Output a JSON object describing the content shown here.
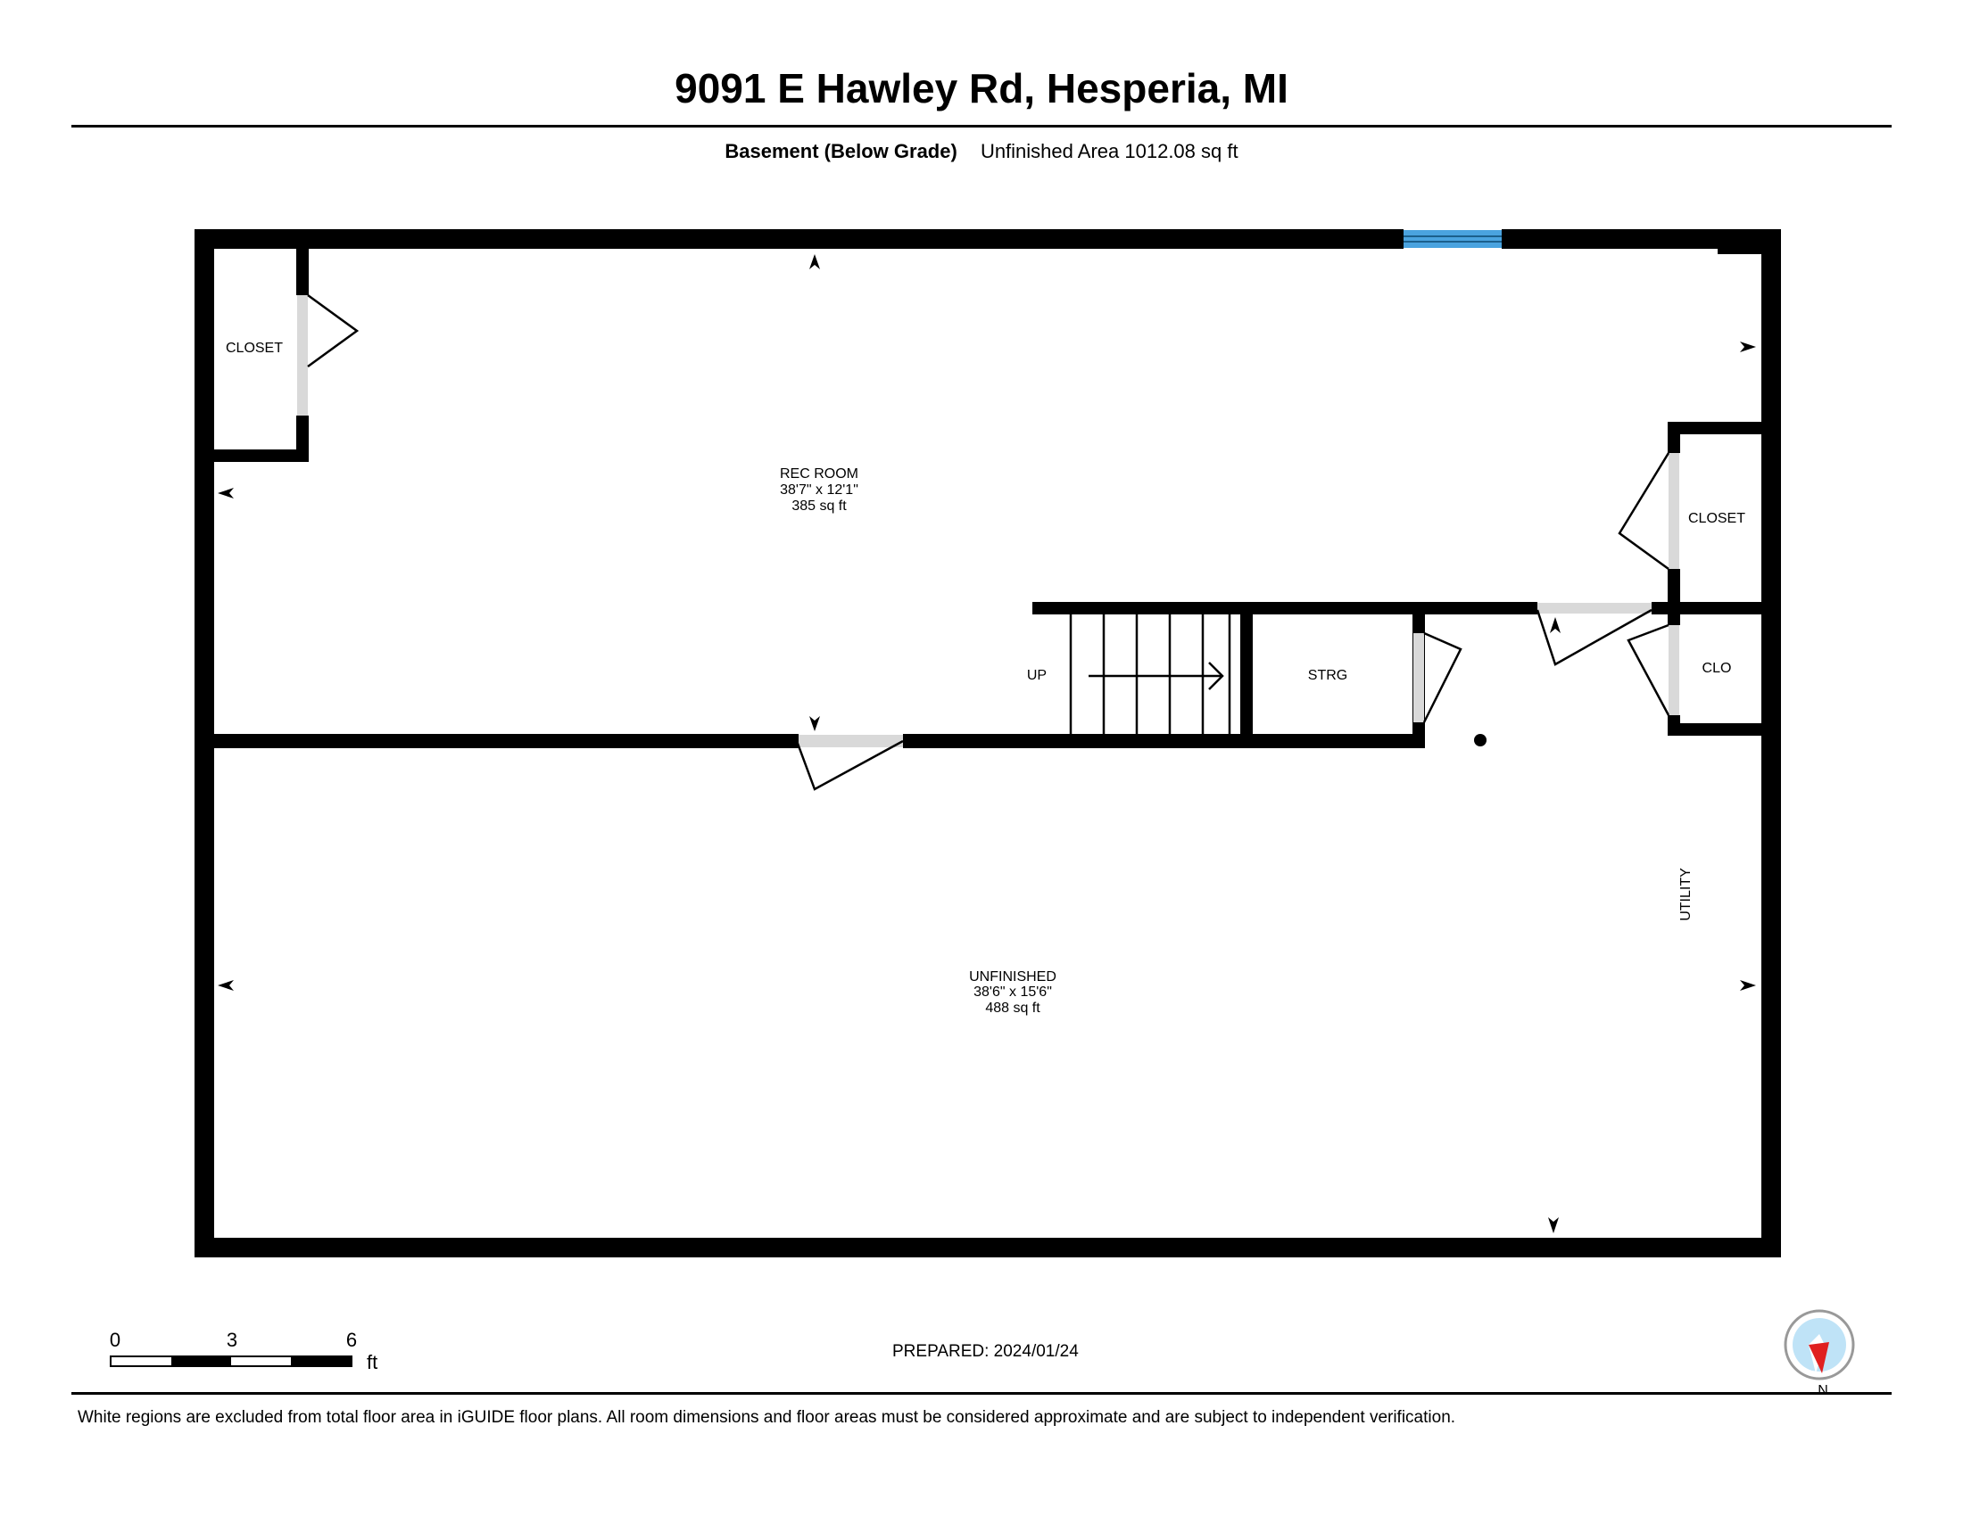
{
  "header": {
    "title": "9091 E Hawley Rd, Hesperia, MI",
    "level_name": "Basement (Below Grade)",
    "area_text": "Unfinished Area 1012.08 sq ft"
  },
  "rooms": {
    "closet_left": {
      "name": "CLOSET"
    },
    "rec_room": {
      "name": "REC ROOM",
      "dims": "38'7\" x 12'1\"",
      "area": "385 sq ft"
    },
    "closet_right": {
      "name": "CLOSET"
    },
    "stairs": {
      "label": "UP"
    },
    "storage": {
      "name": "STRG"
    },
    "clo": {
      "name": "CLO"
    },
    "utility": {
      "name": "UTILITY"
    },
    "unfinished": {
      "name": "UNFINISHED",
      "dims": "38'6\" x 15'6\"",
      "area": "488 sq ft"
    }
  },
  "scale_bar": {
    "ticks": [
      "0",
      "3",
      "6"
    ],
    "unit": "ft"
  },
  "compass": {
    "label": "N"
  },
  "footer": {
    "prepared": "PREPARED: 2024/01/24",
    "disclaimer": "White regions are excluded from total floor area in iGUIDE floor plans. All room dimensions and floor areas must be considered approximate and are subject to independent verification."
  },
  "colors": {
    "wall": "#000000",
    "window": "#4aa3df",
    "door_opening": "#d9d9d9",
    "compass_fill": "#bfe3f7",
    "compass_needle": "#e02020"
  }
}
